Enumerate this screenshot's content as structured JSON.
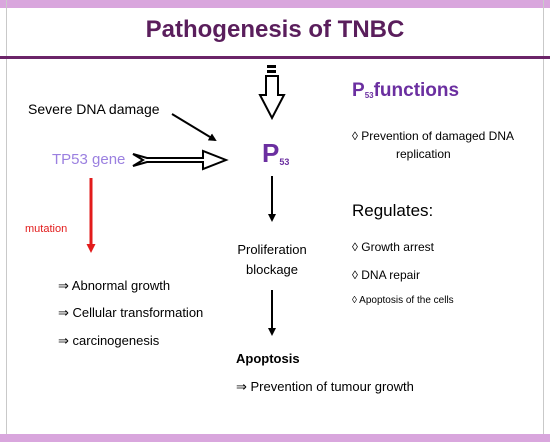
{
  "title": "Pathogenesis of TNBC",
  "center": {
    "p53_main": "P",
    "p53_sub": "53",
    "proliferation_line1": "Proliferation",
    "proliferation_line2": "blockage",
    "apoptosis": "Apoptosis",
    "prevention": "⇒ Prevention of tumour growth"
  },
  "left": {
    "dna_damage": "Severe DNA damage",
    "gene": "TP53 gene",
    "mutation": "mutation",
    "outcomes": [
      "⇒ Abnormal  growth",
      "⇒ Cellular transformation",
      "⇒ carcinogenesis"
    ]
  },
  "right": {
    "functions_main": "P",
    "functions_sub": "53",
    "functions_rest": "functions",
    "function_item_line1": "◊ Prevention of damaged DNA",
    "function_item_line2": "replication",
    "regulates_title": "Regulates:",
    "regulates_items": [
      "◊ Growth arrest",
      "◊ DNA repair",
      "◊ Apoptosis of the cells"
    ]
  },
  "colors": {
    "title": "#5a1e5c",
    "accent_band": "#d9a6dd",
    "p53": "#6b2fa0",
    "gene": "#9b80e0",
    "mutation": "#e21b1b"
  }
}
